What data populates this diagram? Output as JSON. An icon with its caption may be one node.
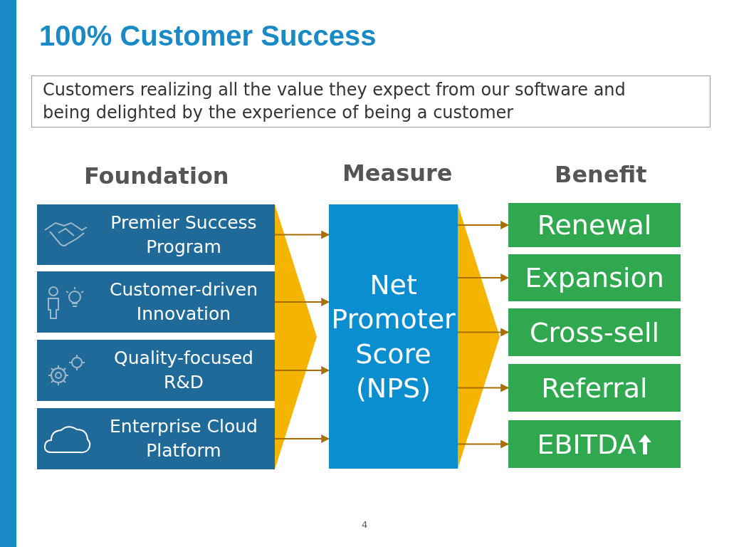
{
  "diagram": {
    "title": "100% Customer Success",
    "nodes": [
      {
        "text": [
          "Customers realizing all the value they expect from our software and being delighted by the experience of being a customer"
        ]
      },
      {
        "text": [
          "Premier Success Program"
        ]
      },
      {
        "text": [
          "Customer-driven Innovation"
        ]
      },
      {
        "text": [
          "Quality-focused R&D"
        ]
      },
      {
        "text": [
          "Enterprise Cloud Platform"
        ]
      },
      {
        "text": [
          "Net Promoter Score (NPS)"
        ]
      },
      {
        "text": [
          "Renewal"
        ]
      },
      {
        "text": [
          "Expansion"
        ]
      },
      {
        "text": [
          "Cross-sell"
        ]
      },
      {
        "text": [
          "Referral"
        ]
      },
      {
        "text": [
          "EBITDA"
        ]
      }
    ],
    "edges": [
      {
        "from": 1,
        "to": 5,
        "arrow": "to"
      },
      {
        "from": 2,
        "to": 5,
        "arrow": "to"
      },
      {
        "from": 3,
        "to": 5,
        "arrow": "to"
      },
      {
        "from": 4,
        "to": 5,
        "arrow": "to"
      },
      {
        "from": 5,
        "to": 6,
        "arrow": "to"
      },
      {
        "from": 5,
        "to": 7,
        "arrow": "to"
      },
      {
        "from": 5,
        "to": 8,
        "arrow": "to"
      },
      {
        "from": 5,
        "to": 9,
        "arrow": "to"
      },
      {
        "from": 5,
        "to": 10,
        "arrow": "to"
      }
    ],
    "labels": [
      "Foundation",
      "Measure",
      "Benefit",
      "4"
    ]
  }
}
